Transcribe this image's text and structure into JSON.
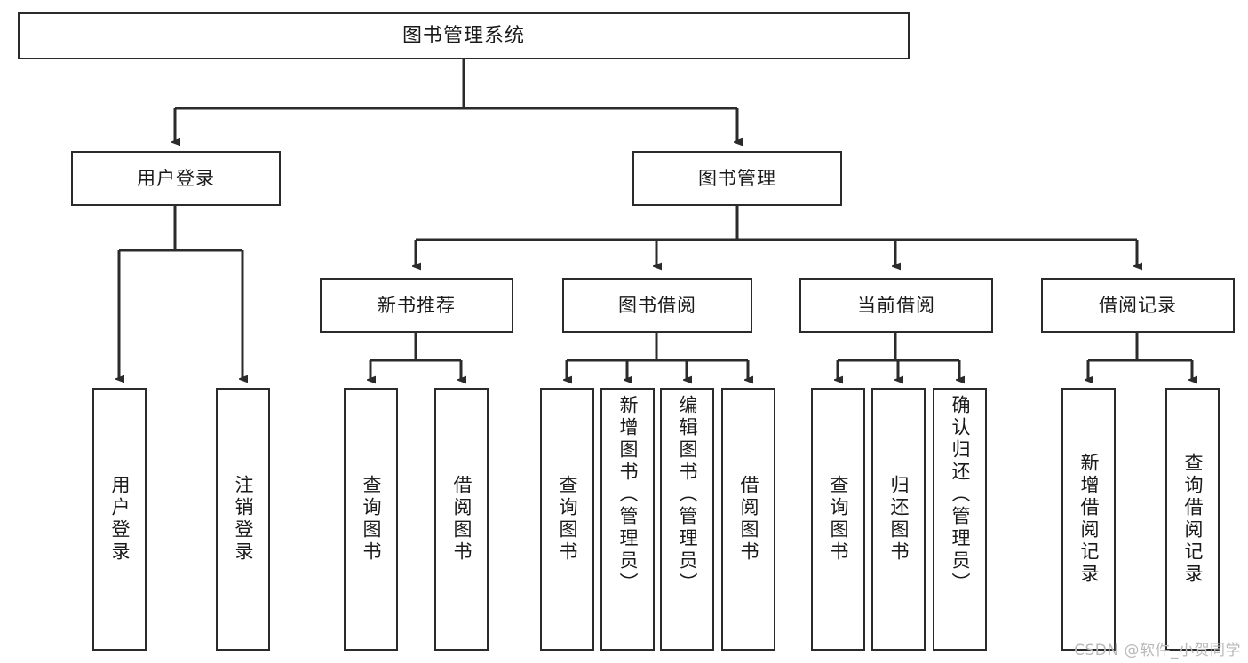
{
  "diagram": {
    "type": "tree",
    "title": "图书管理系统",
    "watermark": "CSDN @软件_小贺同学",
    "colors": {
      "stroke": "#2b2b2b",
      "fill": "#ffffff",
      "text": "#1a1a1a",
      "watermark": "#b9b9b9"
    },
    "nodes": {
      "root": {
        "label": "图书管理系统"
      },
      "level1": [
        {
          "id": "user-login",
          "label": "用户登录"
        },
        {
          "id": "book-manage",
          "label": "图书管理"
        }
      ],
      "level2": [
        {
          "id": "new-book-recommend",
          "label": "新书推荐"
        },
        {
          "id": "book-borrow",
          "label": "图书借阅"
        },
        {
          "id": "current-borrow",
          "label": "当前借阅"
        },
        {
          "id": "borrow-record",
          "label": "借阅记录"
        }
      ],
      "leaves": [
        {
          "id": "leaf-user-login",
          "label": "用户登录",
          "parent": "user-login"
        },
        {
          "id": "leaf-user-logout",
          "label": "注销登录",
          "parent": "user-login"
        },
        {
          "id": "leaf-query-book-1",
          "label": "查询图书",
          "parent": "new-book-recommend"
        },
        {
          "id": "leaf-borrow-book-1",
          "label": "借阅图书",
          "parent": "new-book-recommend"
        },
        {
          "id": "leaf-query-book-2",
          "label": "查询图书",
          "parent": "book-borrow"
        },
        {
          "id": "leaf-add-book",
          "label": "新增图书（管理员）",
          "parent": "book-borrow"
        },
        {
          "id": "leaf-edit-book",
          "label": "编辑图书（管理员）",
          "parent": "book-borrow"
        },
        {
          "id": "leaf-borrow-book-2",
          "label": "借阅图书",
          "parent": "book-borrow"
        },
        {
          "id": "leaf-query-book-3",
          "label": "查询图书",
          "parent": "current-borrow"
        },
        {
          "id": "leaf-return-book",
          "label": "归还图书",
          "parent": "current-borrow"
        },
        {
          "id": "leaf-confirm-return",
          "label": "确认归还（管理员）",
          "parent": "current-borrow"
        },
        {
          "id": "leaf-add-record",
          "label": "新增借阅记录",
          "parent": "borrow-record"
        },
        {
          "id": "leaf-query-record",
          "label": "查询借阅记录",
          "parent": "borrow-record"
        }
      ]
    }
  }
}
